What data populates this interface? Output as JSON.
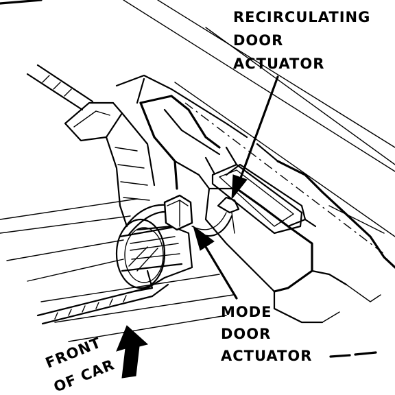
{
  "labels": {
    "recirculating_door_actuator": [
      "RECIRCULATING",
      "DOOR",
      "ACTUATOR"
    ],
    "mode_door_actuator": [
      "MODE",
      "DOOR",
      "ACTUATOR"
    ],
    "front_of_car": [
      "FRONT",
      "OF CAR"
    ]
  },
  "icons": {
    "front_arrow": "arrow-up-icon"
  },
  "colors": {
    "ink": "#000000",
    "paper": "#ffffff"
  }
}
